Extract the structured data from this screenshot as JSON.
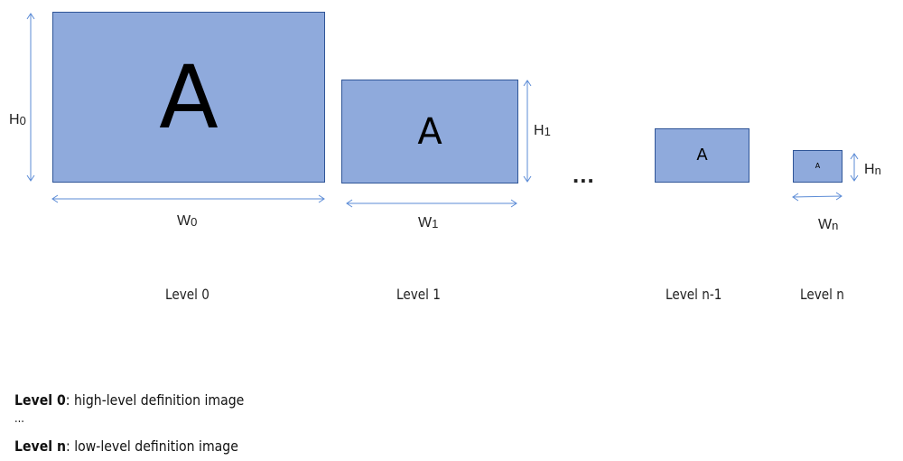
{
  "diagram": {
    "box_fill": "#8faadc",
    "box_border": "#2f5597",
    "arrow_color": "#5b8bd6",
    "letter": "A",
    "ellipsis": "...",
    "levels": [
      {
        "label": "Level 0",
        "height_label": "H",
        "height_sub": "0",
        "width_label": "W",
        "width_sub": "0"
      },
      {
        "label": "Level 1",
        "height_label": "H",
        "height_sub": "1",
        "width_label": "W",
        "width_sub": "1"
      },
      {
        "label": "Level n-1"
      },
      {
        "label": "Level n",
        "height_label": "H",
        "height_sub": "n",
        "width_label": "W",
        "width_sub": "n"
      }
    ]
  },
  "legend": {
    "line1_bold": "Level 0",
    "line1_text": ": high-level definition image",
    "line2": "...",
    "line3_bold": "Level n",
    "line3_text": ": low-level definition image"
  }
}
